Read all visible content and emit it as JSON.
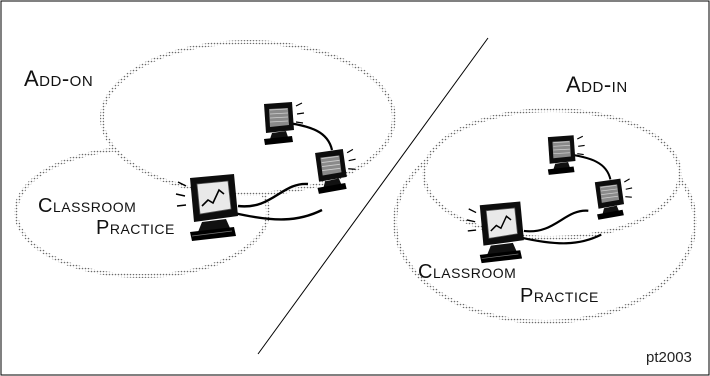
{
  "left_panel": {
    "title": "Add-on",
    "overlap_label": [
      "Classroom",
      "Practice"
    ]
  },
  "right_panel": {
    "title": "Add-in",
    "inner_label": [
      "Classroom",
      "Practice"
    ]
  },
  "credit": "pt2003",
  "icons": [
    "computer-network-icon",
    "computer-network-icon"
  ],
  "colors": {
    "ink": "#111111",
    "background": "#ffffff"
  }
}
